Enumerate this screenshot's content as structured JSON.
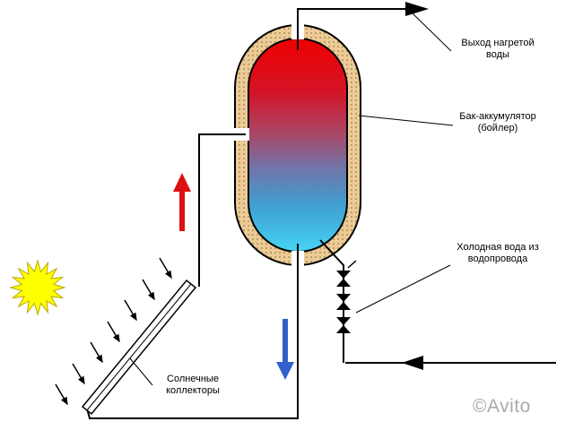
{
  "labels": {
    "outlet": {
      "line1": "Выход нагретой",
      "line2": "воды"
    },
    "boiler": {
      "line1": "Бак-аккумулятор",
      "line2": "(бойлер)"
    },
    "cold_water": {
      "line1": "Холодная вода из",
      "line2": "водопровода"
    },
    "collector": {
      "line1": "Солнечные",
      "line2": "коллекторы"
    }
  },
  "watermark": "©Avito",
  "colors": {
    "sun": "#ffff00",
    "sun_outline": "#b8a800",
    "arrow_red": "#dd1111",
    "arrow_blue": "#3060cc",
    "insulation": "#eccb96",
    "insulation_dots": "#9a7a48",
    "tank_top": "#ee0000",
    "tank_upper": "#d41426",
    "tank_mid_red": "#a84868",
    "tank_mid": "#7472a6",
    "tank_lower": "#3f9fd0",
    "tank_bottom": "#46d4f4",
    "pipe": "#000000",
    "watermark_gray": "#ababab"
  }
}
